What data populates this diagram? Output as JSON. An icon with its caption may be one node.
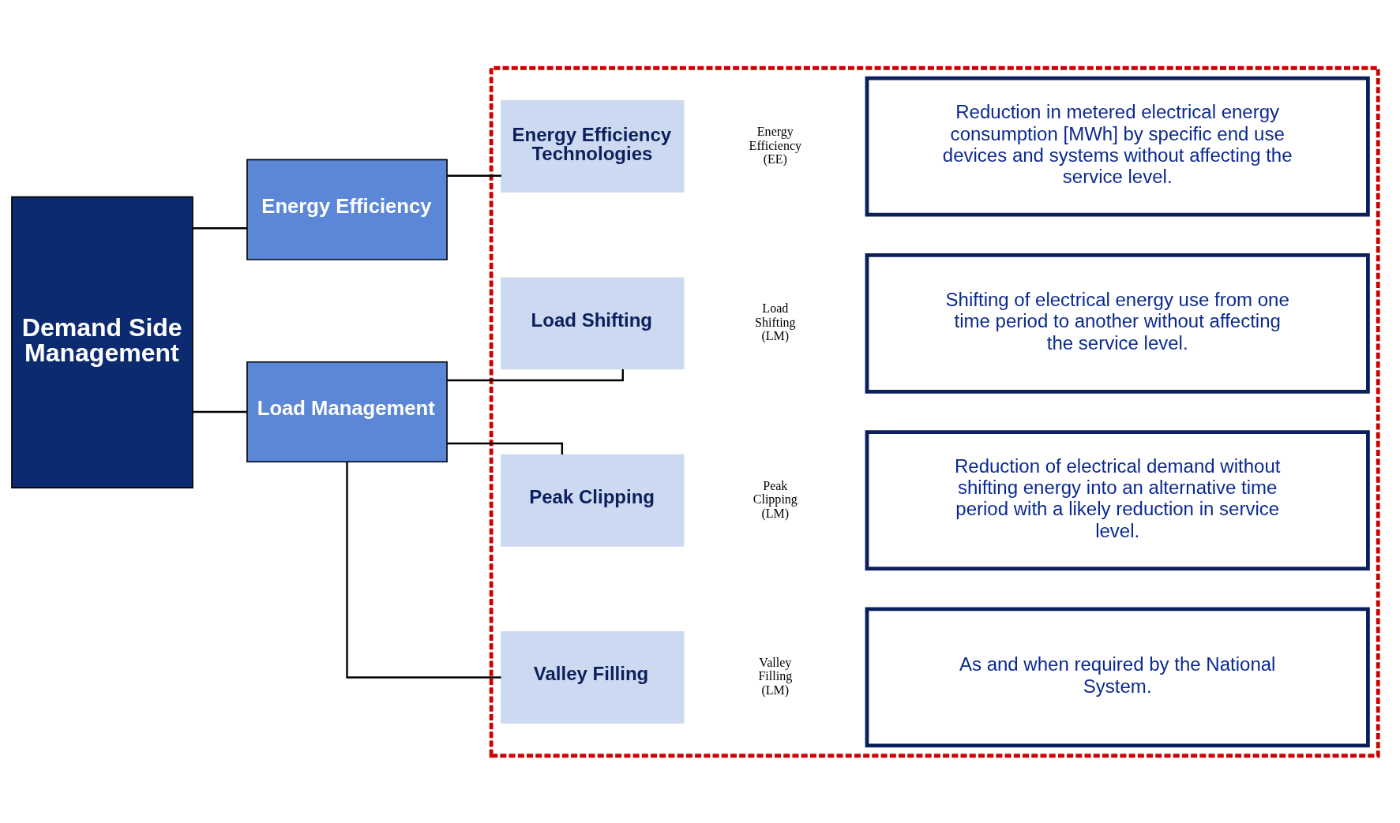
{
  "diagram": {
    "nodes": [
      {
        "text": [
          "Demand Side Management"
        ]
      },
      {
        "text": [
          "Energy Efficiency"
        ]
      },
      {
        "text": [
          "Load Management"
        ]
      },
      {
        "text": [],
        "shape": "box"
      },
      {
        "text": [
          "Energy Efficiency Technologies"
        ],
        "in": 3
      },
      {
        "text": [
          "Reduction in metered electrical energy consumption [MWh] by specific end use devices and systems without affecting the service level."
        ],
        "in": 3
      },
      {
        "text": [
          "Load Shifting"
        ],
        "in": 3
      },
      {
        "text": [
          "Shifting of electrical energy use from one time period to another without affecting the service level."
        ],
        "in": 3
      },
      {
        "text": [
          "Peak Clipping"
        ],
        "in": 3
      },
      {
        "text": [
          "Reduction of electrical demand without shifting energy into an alternative time period with a likely reduction in service level."
        ],
        "in": 3
      },
      {
        "text": [
          "Valley Filling"
        ],
        "in": 3
      },
      {
        "text": [
          "As and when required by the National System."
        ],
        "in": 3
      }
    ],
    "edges": [
      {
        "from": 0,
        "to": 1,
        "arrow": "none"
      },
      {
        "from": 0,
        "to": 2,
        "arrow": "none"
      },
      {
        "from": 1,
        "to": 4,
        "arrow": "none"
      },
      {
        "from": 2,
        "to": 6,
        "arrow": "none"
      },
      {
        "from": 2,
        "to": 8,
        "arrow": "none"
      },
      {
        "from": 2,
        "to": 10,
        "arrow": "none"
      }
    ],
    "labels": [
      "Energy Efficiency (EE)",
      "Load Shifting (LM)",
      "Peak Clipping (LM)",
      "Valley Filling (LM)"
    ]
  }
}
